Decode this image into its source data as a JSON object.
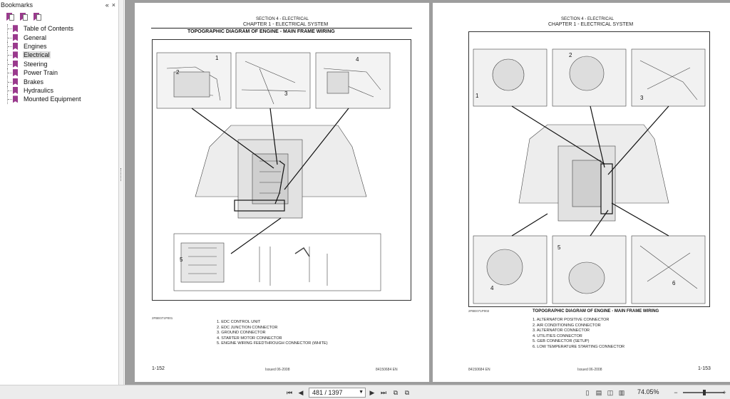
{
  "sidebar": {
    "title": "Bookmarks",
    "header_controls": [
      "«",
      "×"
    ],
    "tools": [
      "bookmark-options-icon",
      "expand-bookmark-icon",
      "find-bookmark-icon"
    ],
    "items": [
      {
        "label": "Table of Contents"
      },
      {
        "label": "General"
      },
      {
        "label": "Engines"
      },
      {
        "label": "Electrical",
        "active": true
      },
      {
        "label": "Steering"
      },
      {
        "label": "Power Train"
      },
      {
        "label": "Brakes"
      },
      {
        "label": "Hydraulics"
      },
      {
        "label": "Mounted Equipment"
      }
    ]
  },
  "left_page": {
    "section": "SECTION 4 - ELECTRICAL",
    "chapter": "CHAPTER 1 - ELECTRICAL SYSTEM",
    "title": "TOPOGRAPHIC DIAGRAM OF ENGINE - MAIN FRAME WIRING",
    "callouts": [
      "1",
      "2",
      "3",
      "4",
      "5"
    ],
    "figure_id": "2FBE071P001",
    "legend": [
      "1. EDC CONTROL UNIT",
      "2. EDC JUNCTION CONNECTOR",
      "3. GROUND CONNECTOR",
      "4. STARTER MOTOR CONNECTOR",
      "5. ENGINE WIRING FEEDTHROUGH CONNECTOR (WHITE)"
    ],
    "footer_left": "1-152",
    "footer_center": "Issued 06-2008",
    "footer_right": "84150684 EN"
  },
  "right_page": {
    "section": "SECTION 4 - ELECTRICAL",
    "chapter": "CHAPTER 1 - ELECTRICAL SYSTEM",
    "title": "TOPOGRAPHIC DIAGRAM OF ENGINE - MAIN FRAME WIRING",
    "callouts": [
      "1",
      "2",
      "3",
      "4",
      "5",
      "6"
    ],
    "figure_id": "2FBE071P002",
    "legend": [
      "1. ALTERNATOR POSITIVE CONNECTOR",
      "2. AIR CONDITIONING CONNECTOR",
      "3. ALTERNATOR CONNECTOR",
      "4. UTILITIES CONNECTOR",
      "5. GEB CONNECTOR (SETUP)",
      "6. LOW TEMPERATURE STARTING CONNECTOR"
    ],
    "footer_left": "84150684 EN",
    "footer_center": "Issued 06-2008",
    "footer_right": "1-153"
  },
  "statusbar": {
    "first_page": "⏮",
    "prev_page": "◀",
    "page_display": "481 / 1397",
    "next_page": "▶",
    "last_page": "⏭",
    "zoom": "74.05%",
    "zoom_level_fraction": 0.52
  }
}
